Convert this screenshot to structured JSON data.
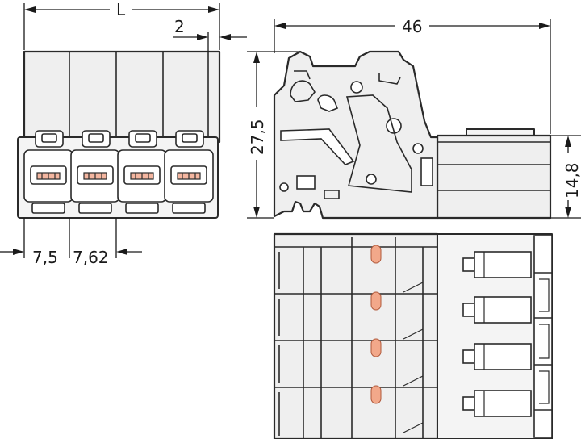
{
  "dimensions": {
    "width_label": "L",
    "offset_label": "2",
    "pitch_first_label": "7,5",
    "pitch_label": "7,62",
    "depth_label": "46",
    "height_label": "27,5",
    "pin_height_label": "14,8"
  },
  "colors": {
    "outline": "#2a2a2a",
    "body_fill": "#efefef",
    "contact_fill": "#f4b6a0"
  }
}
